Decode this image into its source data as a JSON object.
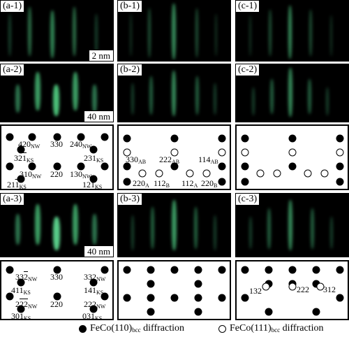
{
  "panel_labels": {
    "a1": "(a-1)",
    "b1": "(b-1)",
    "c1": "(c-1)",
    "a2": "(a-2)",
    "b2": "(b-2)",
    "c2": "(c-2)",
    "a3": "(a-3)",
    "b3": "(b-3)",
    "c3": "(c-3)"
  },
  "scale_bars": {
    "a1": "2 nm",
    "a2": "40 nm",
    "a3": "40 nm"
  },
  "pattern_a2": {
    "row1": {
      "l": "420",
      "l_sub": "NW",
      "c": "330",
      "r": "240",
      "r_sub": "NW"
    },
    "row2": {
      "l": "32",
      "l_bar": "1",
      "l_sub": "KS",
      "r": "231",
      "r_sub": "KS"
    },
    "row3": {
      "l": "310",
      "l_sub": "NW",
      "c": "220",
      "r": "130",
      "r_sub": "NW"
    },
    "row4": {
      "l": "21",
      "l_bar": "1",
      "l_sub": "KS",
      "r": "121",
      "r_sub": "KS"
    }
  },
  "pattern_b2": {
    "row1": {
      "l": "330",
      "l_sub": "AB",
      "c": "222",
      "c_sub": "AB",
      "r": "114",
      "r_sub": "AB"
    },
    "row2": {
      "a": "220",
      "a_sub": "A",
      "b": "112",
      "b_sub": "B",
      "c": "112",
      "c_sub": "A",
      "d": "220",
      "d_sub": "B"
    }
  },
  "pattern_a3": {
    "row1": {
      "l": "33",
      "l_bar": "2",
      "l_sub": "NW",
      "c": "330",
      "r": "332",
      "r_sub": "NW"
    },
    "row2": {
      "l": "41",
      "l_bar": "1",
      "l_sub": "KS",
      "r": "141",
      "r_sub": "KS"
    },
    "row3": {
      "l": "2",
      "l_bar": "22",
      "l_sub": "NW",
      "c": "220",
      "r": "222",
      "r_sub": "NW"
    },
    "row4": {
      "l": "30",
      "l_bar": "1",
      "l_sub": "KS",
      "r": "031",
      "r_sub": "KS"
    }
  },
  "pattern_c3": {
    "l": "132",
    "c": "222",
    "r": "312"
  },
  "legend": {
    "item1": "FeCo(110)",
    "item1_sub": "bcc",
    "item1_tail": " diffraction",
    "item2": "FeCo(111)",
    "item2_sub": "bcc",
    "item2_tail": " diffraction"
  },
  "colors": {
    "pattern_background": "#000000",
    "streak": "#3cffa0",
    "schematic_background": "#ffffff"
  }
}
